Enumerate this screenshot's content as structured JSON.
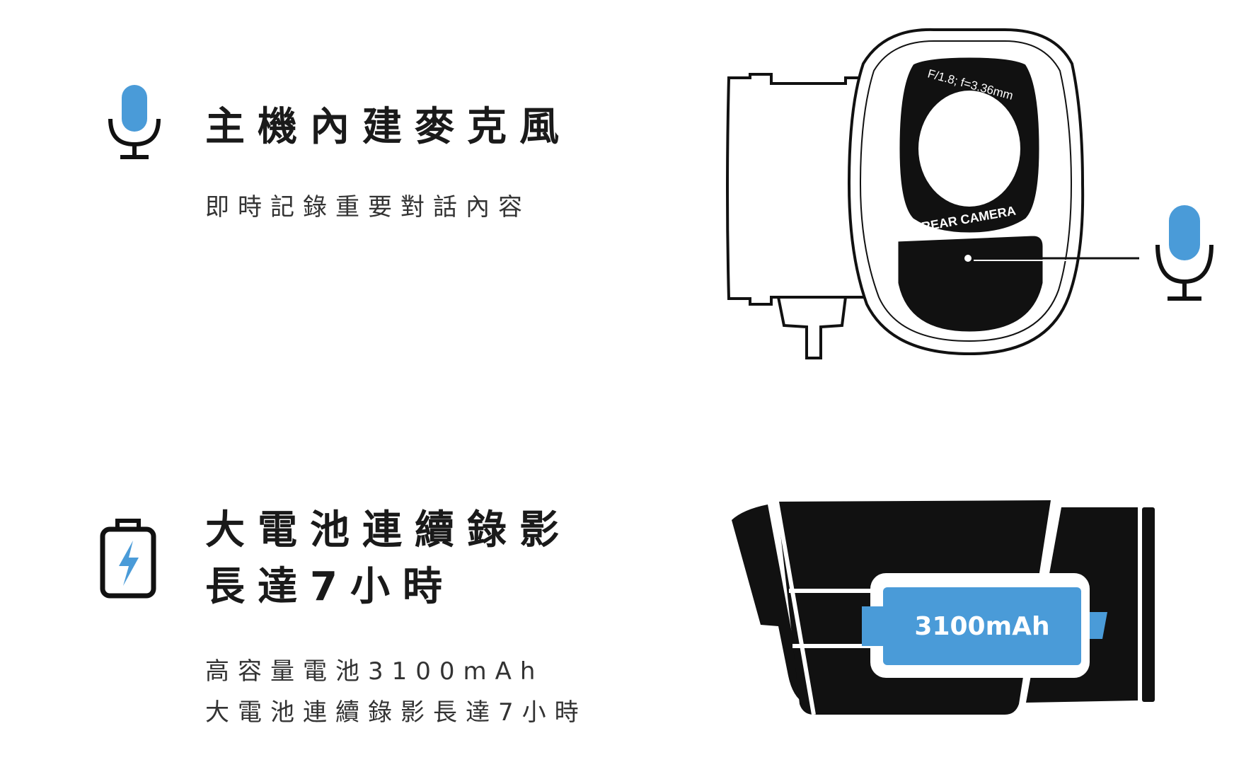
{
  "colors": {
    "accent": "#4a9bd8",
    "ink": "#111111"
  },
  "feature_mic": {
    "icon": "microphone-icon",
    "title": "主機內建麥克風",
    "description": "即時記錄重要對話內容"
  },
  "feature_battery": {
    "icon": "battery-charging-icon",
    "title_lines": [
      "大電池連續錄影",
      "長達7小時"
    ],
    "description_lines": [
      "高容量電池3100mAh",
      "大電池連續錄影長達7小時"
    ]
  },
  "camera_illustration": {
    "lens_spec": "F/1.8; f=3.36mm",
    "lens_label": "REAR CAMERA"
  },
  "battery_illustration": {
    "capacity_label": "3100mAh"
  }
}
